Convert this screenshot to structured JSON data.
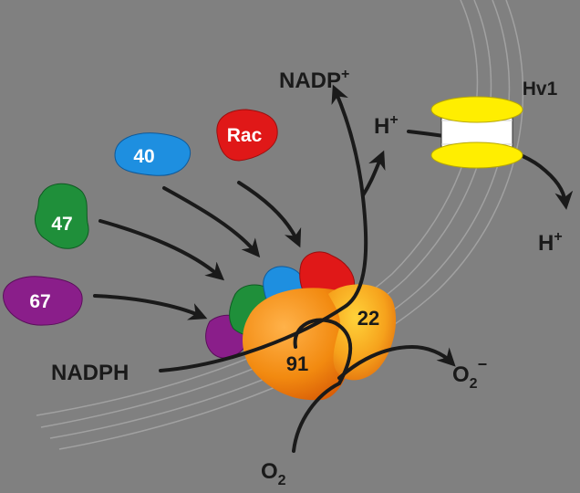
{
  "subunits": {
    "p40": "40",
    "rac": "Rac",
    "p47": "47",
    "p67": "67",
    "gp91": "91",
    "p22": "22"
  },
  "channel": {
    "name": "Hv1"
  },
  "species": {
    "nadp_base": "NADP",
    "nadp_charge": "+",
    "proton_in_base": "H",
    "proton_in_charge": "+",
    "proton_out_base": "H",
    "proton_out_charge": "+",
    "nadph": "NADPH",
    "superoxide_base": "O",
    "superoxide_sub": "2",
    "superoxide_charge": "−",
    "oxygen_base": "O",
    "oxygen_sub": "2"
  },
  "colors": {
    "background": "#808080",
    "p40": "#1e8fe0",
    "rac": "#e01818",
    "p47": "#1f8f3a",
    "p67": "#8a1e8a",
    "gp91": "#f28a10",
    "p22": "#f6a21c",
    "hv1": "#ffee00",
    "arrow": "#1a1a1a",
    "text_dark": "#1a1a1a",
    "membrane": "#b0b0b0"
  }
}
